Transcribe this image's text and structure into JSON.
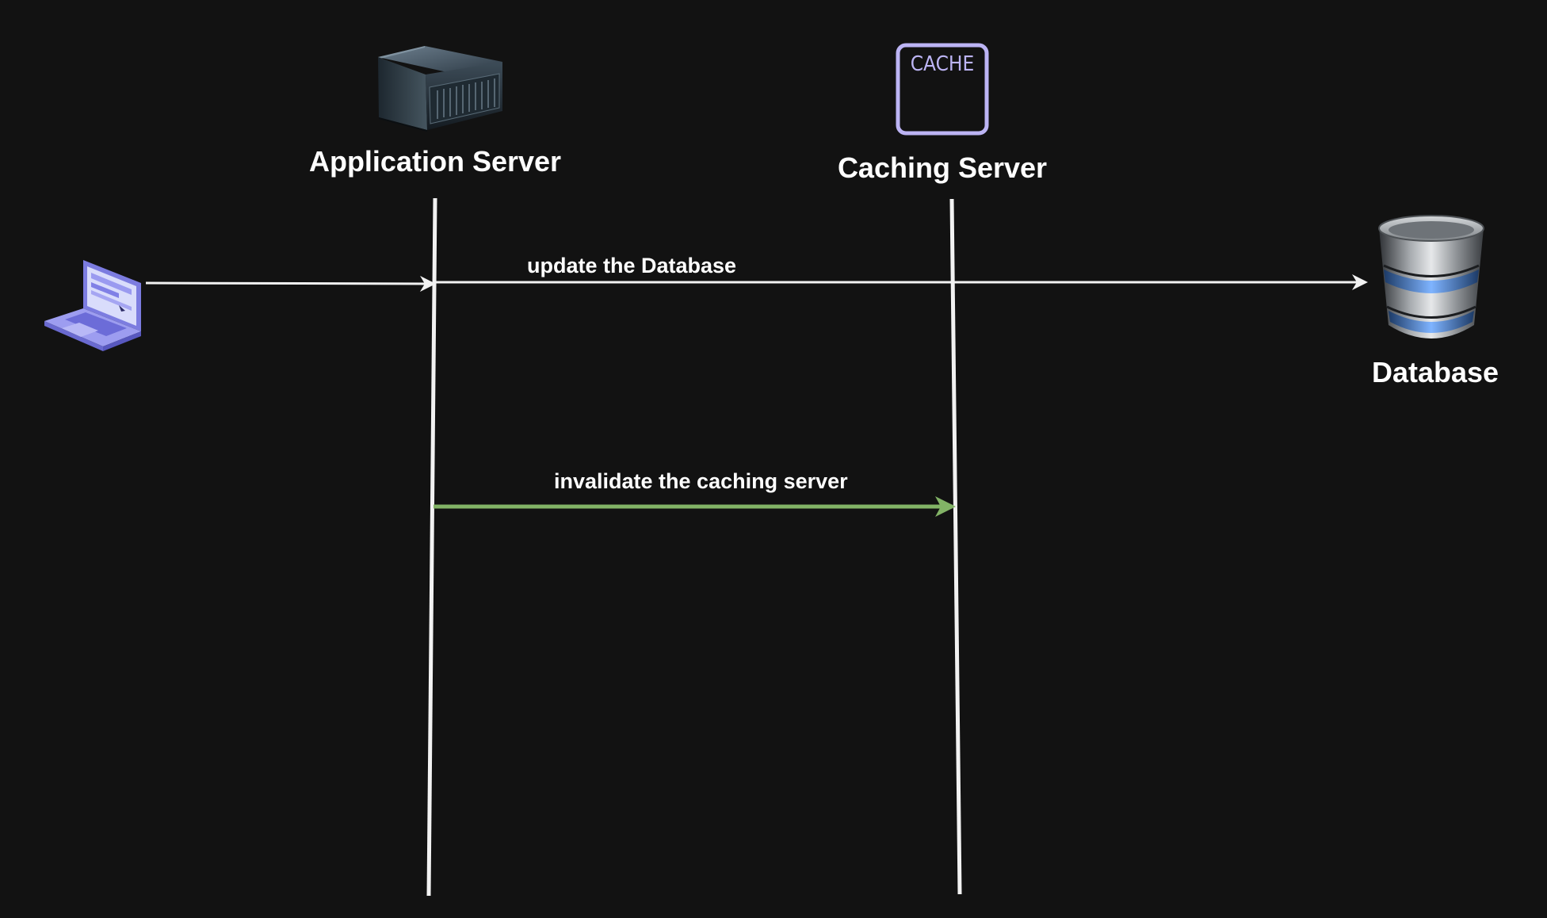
{
  "diagram": {
    "nodes": {
      "client": {
        "icon": "laptop-icon"
      },
      "app_server": {
        "label": "Application Server",
        "icon": "server-rack-icon"
      },
      "cache_server": {
        "label": "Caching Server",
        "icon": "cache-icon",
        "icon_text": "CACHE"
      },
      "database": {
        "label": "Database",
        "icon": "database-icon"
      }
    },
    "edges": [
      {
        "from": "client",
        "to": "app_server",
        "label": ""
      },
      {
        "from": "app_server",
        "to": "database",
        "label": "update the Database"
      },
      {
        "from": "app_server",
        "to": "cache_server",
        "label": "invalidate the caching server"
      }
    ],
    "colors": {
      "background": "#121212",
      "line": "#f2f2f2",
      "invalidate_arrow": "#82b366",
      "cache_icon": "#bcb4f4",
      "laptop": "#8f8fe8"
    }
  }
}
